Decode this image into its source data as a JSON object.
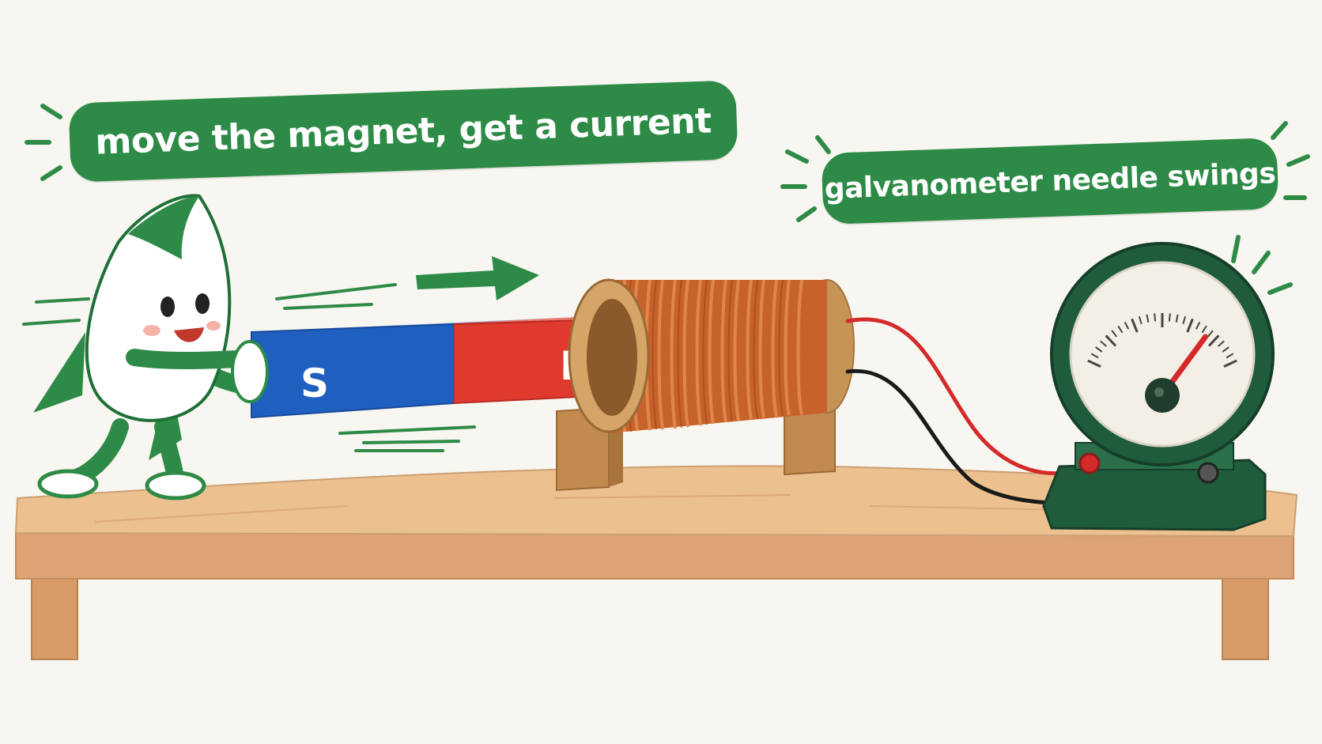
{
  "captions": {
    "main": "move the magnet, get a current",
    "meter": "galvanometer needle swings"
  },
  "magnet": {
    "south_label": "S",
    "north_label": "N",
    "south_color": "#1f5fbf",
    "north_color": "#e03a2f"
  },
  "galvanometer": {
    "needle_deflection_fraction": 0.78,
    "needle_color": "#d62828",
    "body_color": "#1f5c3c"
  },
  "colors": {
    "background": "#f8f6f0",
    "accent_green": "#2e8b47",
    "copper": "#c8622c",
    "table": "#e9b985",
    "wire_red": "#d42a2a",
    "wire_black": "#1a1a1a"
  },
  "icons": [
    "mascot-character",
    "arrow-right-icon",
    "bar-magnet",
    "coil",
    "galvanometer"
  ]
}
